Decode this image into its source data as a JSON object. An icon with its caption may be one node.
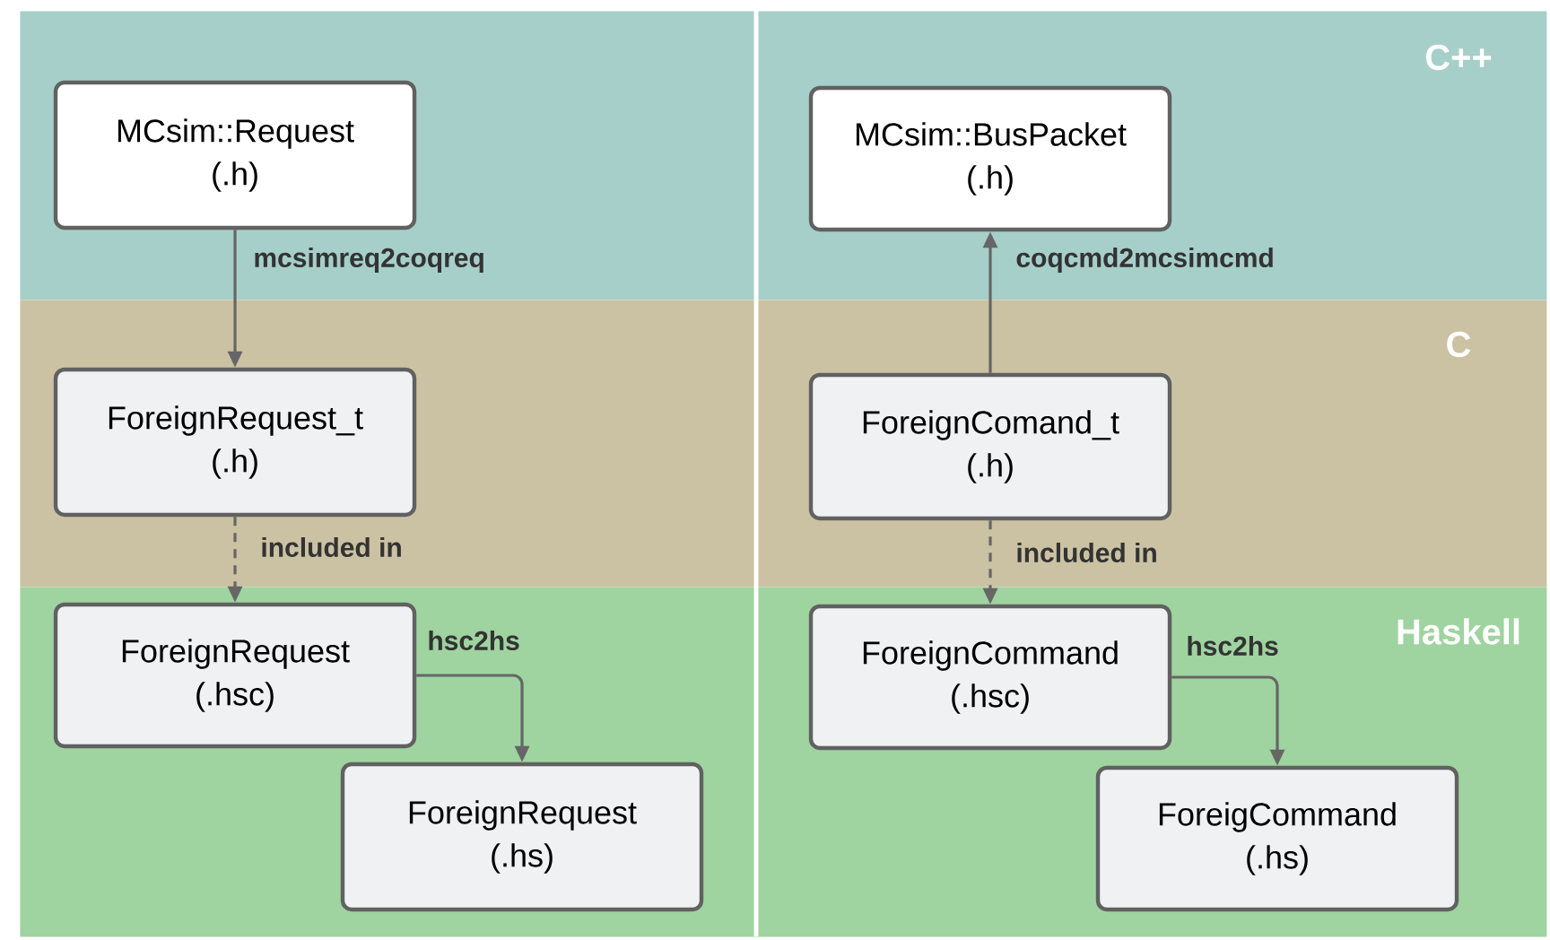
{
  "diagram": {
    "nodes": [
      {
        "text": [
          "C++"
        ]
      },
      {
        "text": [
          "C"
        ]
      },
      {
        "text": [
          "Haskell"
        ]
      },
      {
        "text": [
          "MCsim::Request",
          "(.h)"
        ],
        "in": 0
      },
      {
        "text": [
          "ForeignRequest_t",
          "(.h)"
        ],
        "in": 1
      },
      {
        "text": [
          "ForeignRequest",
          "(.hsc)"
        ],
        "in": 2
      },
      {
        "text": [
          "ForeignRequest",
          "(.hs)"
        ],
        "in": 2
      },
      {
        "text": [
          "MCsim::BusPacket",
          "(.h)"
        ],
        "in": 0
      },
      {
        "text": [
          "ForeignComand_t",
          "(.h)"
        ],
        "in": 1
      },
      {
        "text": [
          "ForeignCommand",
          "(.hsc)"
        ],
        "in": 2
      },
      {
        "text": [
          "ForeigCommand",
          "(.hs)"
        ],
        "in": 2
      }
    ],
    "edges": [
      {
        "from": 3,
        "to": 4,
        "arrow": "to",
        "label": "mcsimreq2coqreq"
      },
      {
        "from": 4,
        "to": 5,
        "arrow": "to",
        "label": "included in",
        "style": "dashed"
      },
      {
        "from": 5,
        "to": 6,
        "arrow": "to",
        "label": "hsc2hs"
      },
      {
        "from": 8,
        "to": 7,
        "arrow": "to",
        "label": "coqcmd2mcsimcmd"
      },
      {
        "from": 8,
        "to": 9,
        "arrow": "to",
        "label": "included in",
        "style": "dashed"
      },
      {
        "from": 9,
        "to": 10,
        "arrow": "to",
        "label": "hsc2hs"
      }
    ]
  }
}
